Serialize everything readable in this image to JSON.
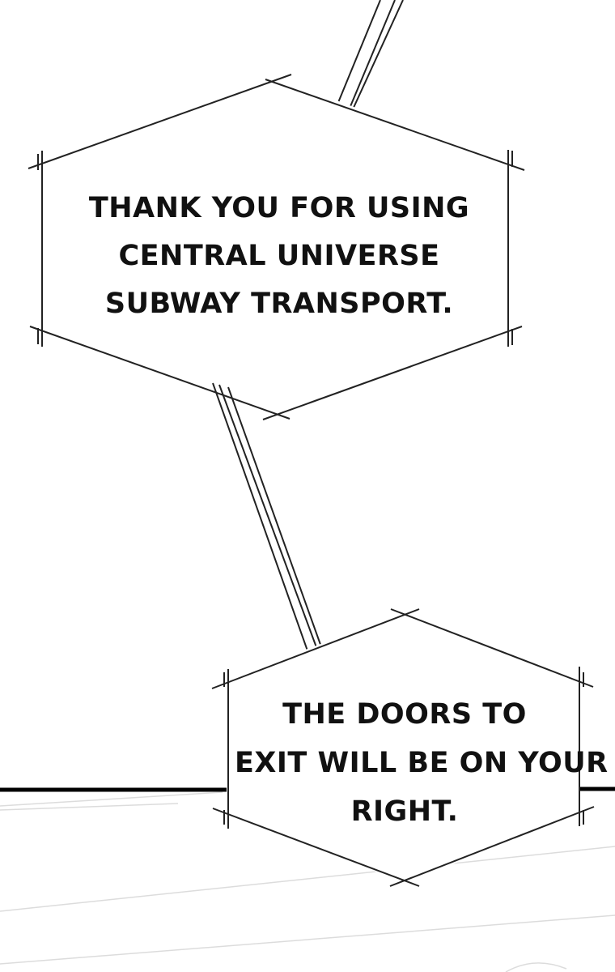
{
  "bubbles": [
    {
      "lines": [
        "THANK YOU FOR USING",
        "CENTRAL UNIVERSE",
        "SUBWAY TRANSPORT."
      ]
    },
    {
      "lines": [
        "THE DOORS TO",
        "EXIT WILL BE ON YOUR",
        "RIGHT."
      ]
    }
  ],
  "colors": {
    "background": "#ffffff",
    "ink": "#111111",
    "floor_line": "#000000",
    "floor_stripes": "#d9d9d9"
  }
}
